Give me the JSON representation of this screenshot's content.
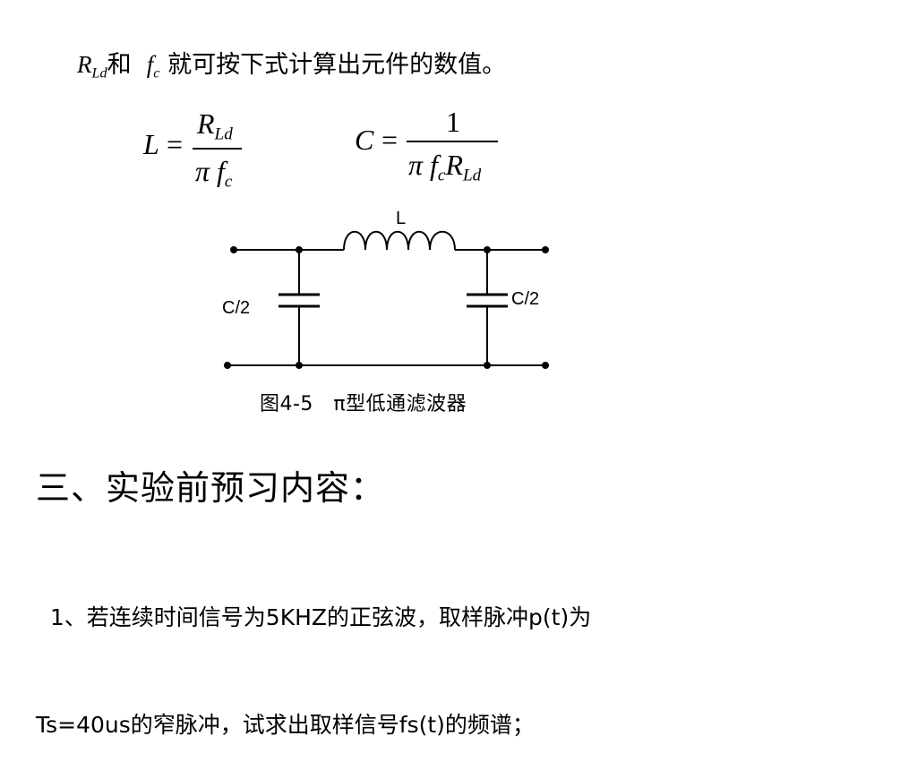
{
  "intro": {
    "var_r": "R",
    "var_r_sub": "Ld",
    "conj": "和",
    "var_f": "f",
    "var_f_sub": "c",
    "text": "就可按下式计算出元件的数值。"
  },
  "formula_L": {
    "lhs": "L",
    "eq": "=",
    "num": "R",
    "num_sub": "Ld",
    "den_pi": "π",
    "den_f": "f",
    "den_f_sub": "c"
  },
  "formula_C": {
    "lhs": "C",
    "eq": "=",
    "num": "1",
    "den_pi": "π",
    "den_f": "f",
    "den_f_sub": "c",
    "den_r": "R",
    "den_r_sub": "Ld"
  },
  "circuit": {
    "inductor_label": "L",
    "cap_left_label": "C/2",
    "cap_right_label": "C/2"
  },
  "caption": "图4-5　π型低通滤波器",
  "section_heading": "三、实验前预习内容：",
  "paragraph": {
    "line1": "  1、若连续时间信号为5KHZ的正弦波，取样脉冲p(t)为",
    "line2": "Ts=40us的窄脉冲，试求出取样信号fs(t)的频谱；"
  }
}
